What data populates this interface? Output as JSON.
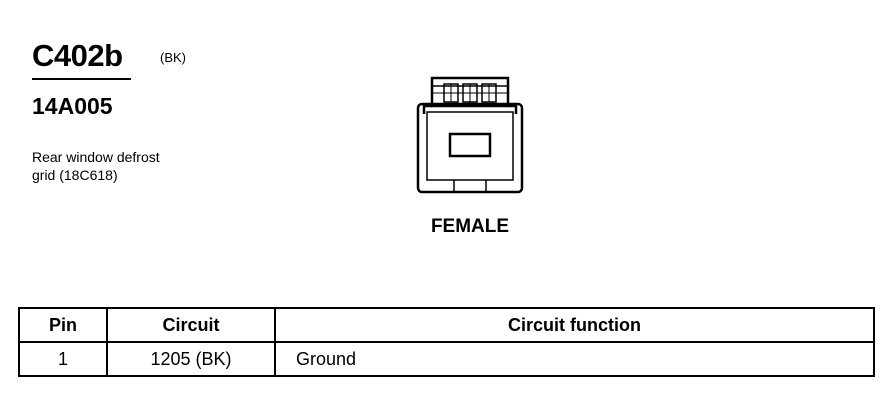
{
  "connector": {
    "id": "C402b",
    "color": "(BK)",
    "part_number": "14A005",
    "description_lines": [
      "Rear window defrost",
      "grid (18C618)"
    ],
    "gender": "FEMALE"
  },
  "table": {
    "headers": [
      "Pin",
      "Circuit",
      "Circuit function"
    ],
    "rows": [
      {
        "pin": "1",
        "circuit": "1205 (BK)",
        "function": "Ground"
      }
    ]
  }
}
